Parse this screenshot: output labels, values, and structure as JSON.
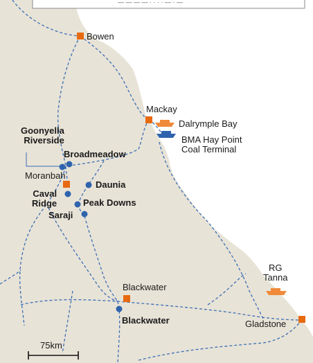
{
  "legend_partial": "— — — —  ·  ·  ·  ·  —  ·  —",
  "towns": {
    "bowen": "Bowen",
    "mackay": "Mackay",
    "moranbah": "Moranbah",
    "blackwater": "Blackwater",
    "gladstone": "Gladstone"
  },
  "ports": {
    "dalrymple_bay": "Dalrymple Bay",
    "hay_point": "BMA Hay Point\nCoal Terminal",
    "rg_tanna": "RG\nTanna"
  },
  "mines": {
    "goonyella": "Goonyella\nRiverside",
    "broadmeadow": "Broadmeadow",
    "daunia": "Daunia",
    "caval_ridge": "Caval\nRidge",
    "peak_downs": "Peak Downs",
    "saraji": "Saraji",
    "blackwater": "Blackwater"
  },
  "scale": {
    "label": "75km"
  },
  "colors": {
    "land": "#e8e3d7",
    "sea": "#ffffff",
    "rail": "#3a6fb5",
    "town_marker": "#e86a10",
    "mine_marker": "#2f63ad",
    "port_orange": "#f08a3a",
    "port_blue": "#2f63ad"
  }
}
